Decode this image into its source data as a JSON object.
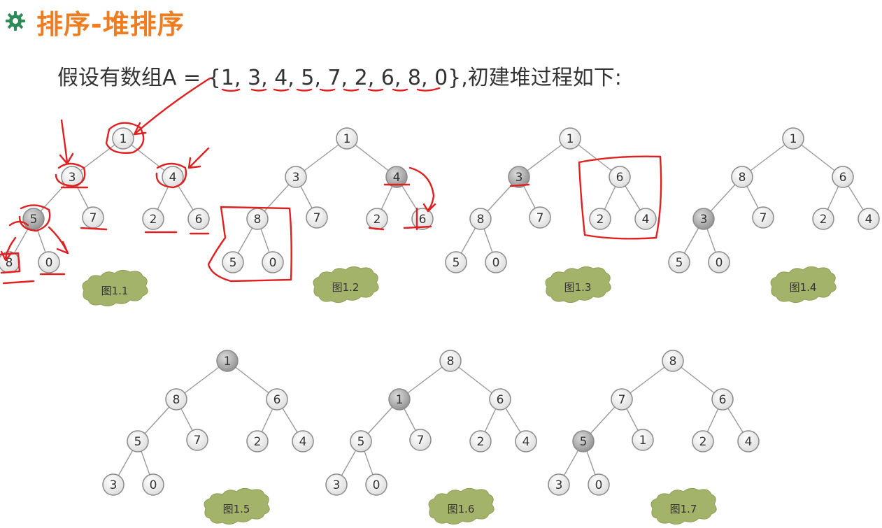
{
  "title": "排序-堆排序",
  "icon": "gear-bullet-icon",
  "intro": "假设有数组A = {1, 3, 4, 5, 7, 2, 6, 8, 0},初建堆过程如下:",
  "colors": {
    "title": "#ee7d22",
    "highlight": "#aaaaaa",
    "cloud": "#a3b46a",
    "annotation": "#e02020"
  },
  "trees": [
    {
      "label": "图1.1",
      "values": [
        "1",
        "3",
        "4",
        "5",
        "7",
        "2",
        "6",
        "8",
        "0"
      ],
      "highlight": [
        3
      ]
    },
    {
      "label": "图1.2",
      "values": [
        "1",
        "3",
        "4",
        "8",
        "7",
        "2",
        "6",
        "5",
        "0"
      ],
      "highlight": [
        2
      ]
    },
    {
      "label": "图1.3",
      "values": [
        "1",
        "3",
        "6",
        "8",
        "7",
        "2",
        "4",
        "5",
        "0"
      ],
      "highlight": [
        1
      ]
    },
    {
      "label": "图1.4",
      "values": [
        "1",
        "8",
        "6",
        "3",
        "7",
        "2",
        "4",
        "5",
        "0"
      ],
      "highlight": [
        3
      ]
    },
    {
      "label": "图1.5",
      "values": [
        "1",
        "8",
        "6",
        "5",
        "7",
        "2",
        "4",
        "3",
        "0"
      ],
      "highlight": [
        0
      ]
    },
    {
      "label": "图1.6",
      "values": [
        "8",
        "1",
        "6",
        "5",
        "7",
        "2",
        "4",
        "3",
        "0"
      ],
      "highlight": [
        1
      ]
    },
    {
      "label": "图1.7",
      "values": [
        "8",
        "7",
        "6",
        "5",
        "1",
        "2",
        "4",
        "3",
        "0"
      ],
      "highlight": [
        3
      ]
    }
  ]
}
